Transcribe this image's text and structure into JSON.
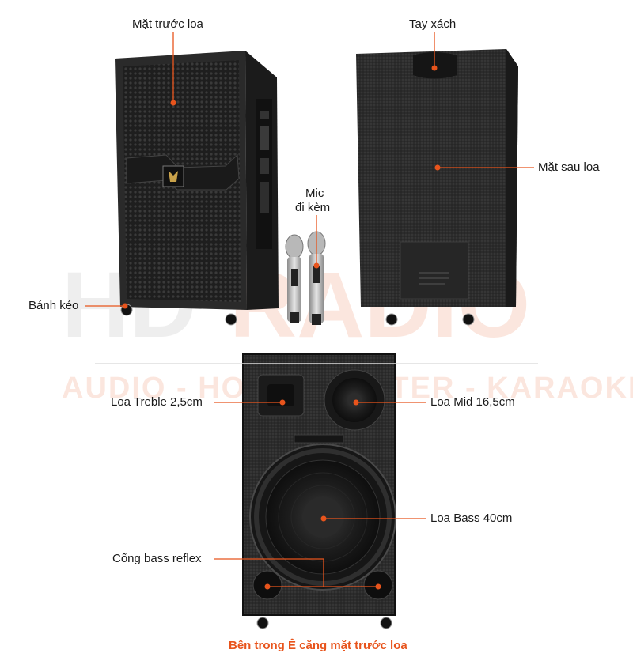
{
  "watermark": {
    "brand_main": "HD",
    "brand_accent": "RADIO",
    "tagline": "AUDIO - HOME THEATER - KARAOKE"
  },
  "labels": {
    "front_face": "Mặt trước loa",
    "handle": "Tay xách",
    "rear_face": "Mặt sau loa",
    "mic_line1": "Mic",
    "mic_line2": "đi kèm",
    "wheels": "Bánh kéo",
    "treble": "Loa Treble 2,5cm",
    "mid": "Loa Mid 16,5cm",
    "bass": "Loa Bass 40cm",
    "bass_reflex": "Cổng bass reflex"
  },
  "caption": "Bên trong Ê căng mặt trước loa",
  "colors": {
    "accent": "#e8541c",
    "speaker_body": "#2a2a2a",
    "leader_line": "#e8541c"
  }
}
